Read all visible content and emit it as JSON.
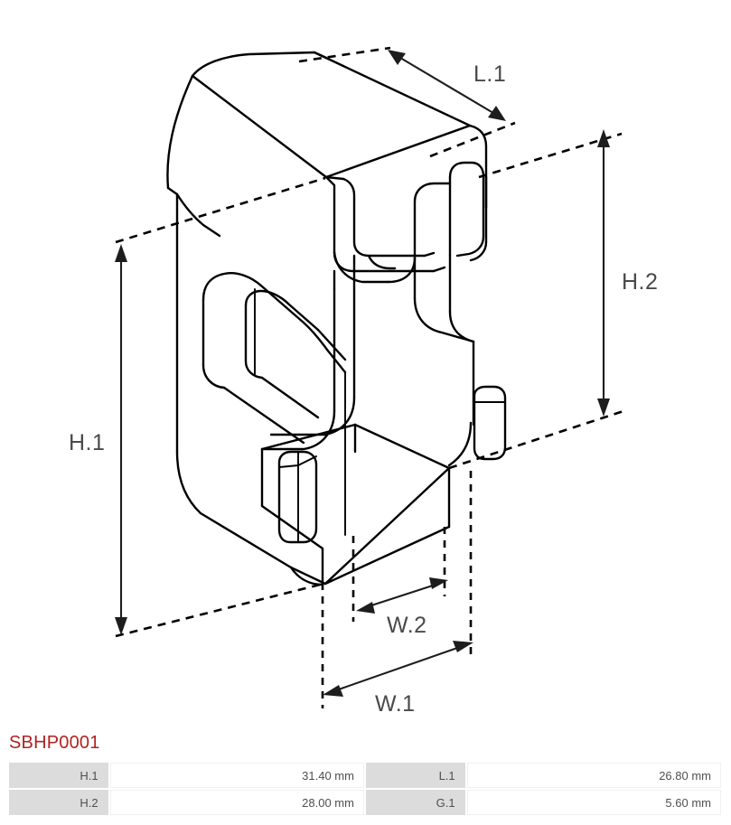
{
  "part": {
    "number": "SBHP0001",
    "number_color": "#b22222"
  },
  "drawing": {
    "type": "isometric-technical-drawing",
    "subject": "starter brush holder plate clip",
    "dimension_labels": {
      "l1": "L.1",
      "h1": "H.1",
      "h2": "H.2",
      "w1": "W.1",
      "w2": "W.2"
    },
    "line_color": "#000000",
    "label_color": "#4a4a4a"
  },
  "spec_table": {
    "rows": [
      {
        "key_left": "H.1",
        "value_left": "31.40 mm",
        "key_right": "L.1",
        "value_right": "26.80 mm"
      },
      {
        "key_left": "H.2",
        "value_left": "28.00 mm",
        "key_right": "G.1",
        "value_right": "5.60 mm"
      }
    ]
  }
}
